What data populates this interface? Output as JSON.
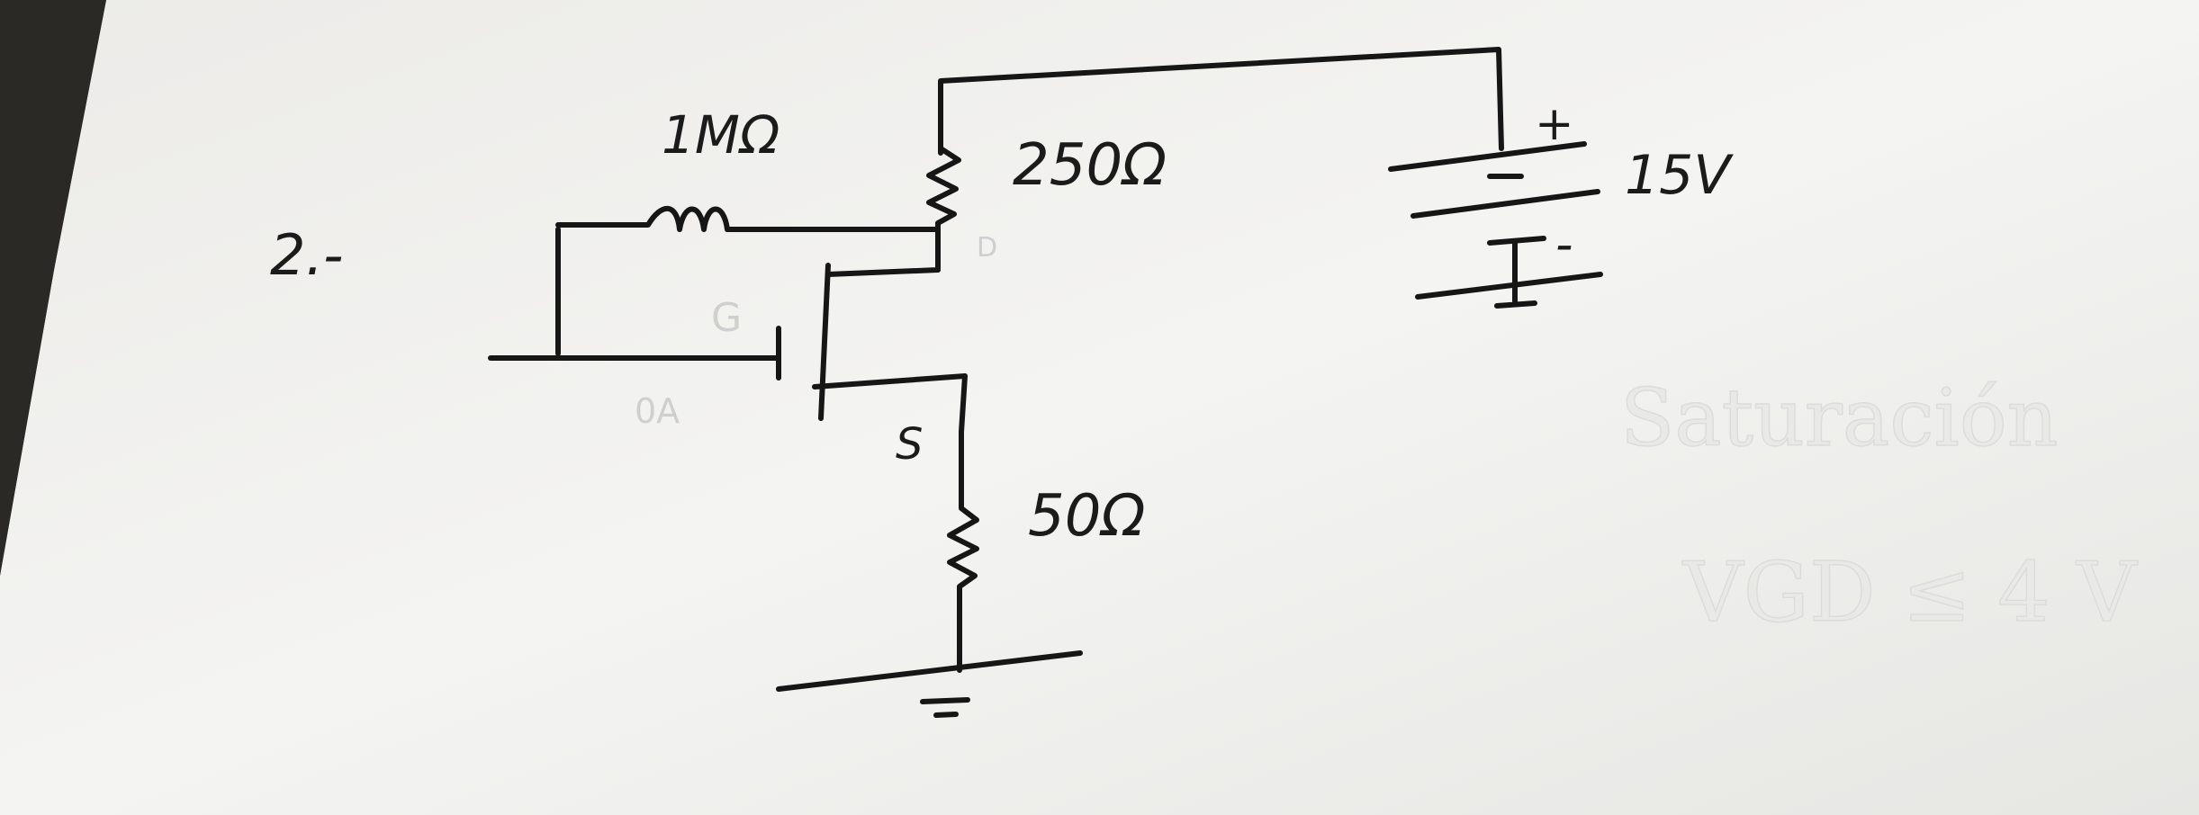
{
  "problem_number": "2.-",
  "components": {
    "gate_resistor": "1MΩ",
    "drain_resistor": "250Ω",
    "source_resistor": "50Ω",
    "supply_voltage": "15V",
    "supply_plus": "+",
    "supply_minus": "-"
  },
  "terminals": {
    "gate": "G",
    "drain": "D",
    "source": "S",
    "gate_note": "0A"
  },
  "embossed_notes": {
    "line1": "Saturación",
    "line2": "VGD ≤ 4 V"
  },
  "colors": {
    "paper": "#f3f3f1",
    "ink": "#161616",
    "pencil": "#cfcfcf",
    "background": "#3a3733"
  }
}
